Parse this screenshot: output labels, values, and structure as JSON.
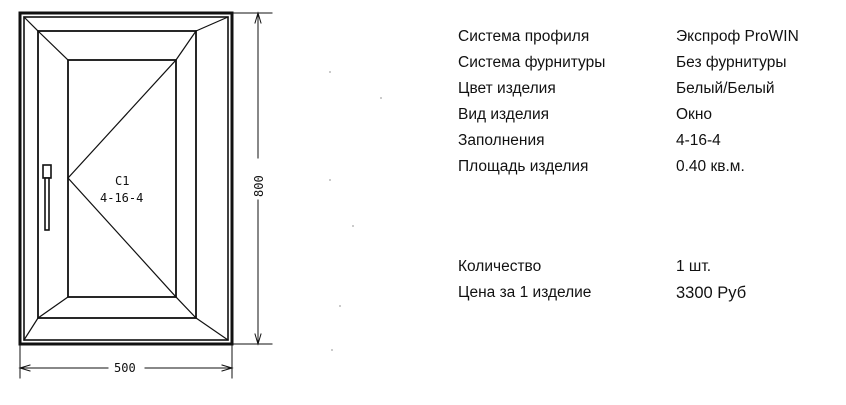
{
  "drawing": {
    "sash_label": "C1",
    "glazing_label": "4-16-4",
    "width_label": "500",
    "height_label": "800"
  },
  "specs": [
    {
      "label": "Система профиля",
      "value": "Экспроф ProWIN"
    },
    {
      "label": "Система фурнитуры",
      "value": "Без фурнитуры"
    },
    {
      "label": "Цвет изделия",
      "value": "Белый/Белый"
    },
    {
      "label": "Вид изделия",
      "value": "Окно"
    },
    {
      "label": "Заполнения",
      "value": "4-16-4"
    },
    {
      "label": "Площадь изделия",
      "value": "0.40 кв.м."
    }
  ],
  "order": [
    {
      "label": "Количество",
      "value": "1 шт."
    },
    {
      "label": "Цена за 1 изделие",
      "value": "3300 Руб"
    }
  ]
}
